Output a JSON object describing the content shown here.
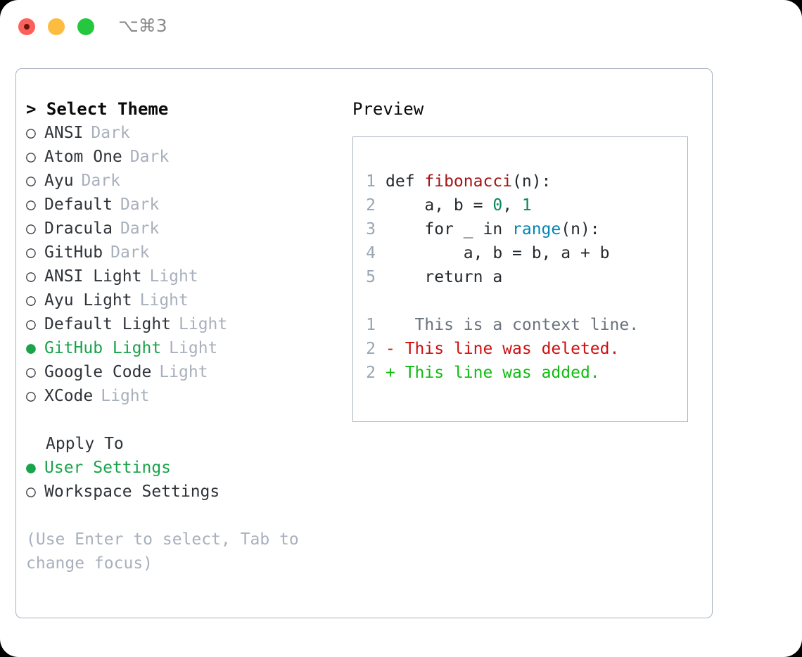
{
  "titlebar": {
    "shortcut": "⌥⌘3",
    "lights": [
      "close-red",
      "minimize-yellow",
      "zoom-green"
    ]
  },
  "left": {
    "header": "> Select Theme",
    "bullet_unselected": "○",
    "bullet_selected": "●",
    "themes": [
      {
        "name": "ANSI",
        "kind": "Dark",
        "selected": false
      },
      {
        "name": "Atom One",
        "kind": "Dark",
        "selected": false
      },
      {
        "name": "Ayu",
        "kind": "Dark",
        "selected": false
      },
      {
        "name": "Default",
        "kind": "Dark",
        "selected": false
      },
      {
        "name": "Dracula",
        "kind": "Dark",
        "selected": false
      },
      {
        "name": "GitHub",
        "kind": "Dark",
        "selected": false
      },
      {
        "name": "ANSI Light",
        "kind": "Light",
        "selected": false
      },
      {
        "name": "Ayu Light",
        "kind": "Light",
        "selected": false
      },
      {
        "name": "Default Light",
        "kind": "Light",
        "selected": false
      },
      {
        "name": "GitHub Light",
        "kind": "Light",
        "selected": true
      },
      {
        "name": "Google Code",
        "kind": "Light",
        "selected": false
      },
      {
        "name": "XCode",
        "kind": "Light",
        "selected": false
      }
    ],
    "apply_to": {
      "title": "Apply To",
      "options": [
        {
          "label": "User Settings",
          "selected": true
        },
        {
          "label": "Workspace Settings",
          "selected": false
        }
      ]
    },
    "hint": "(Use Enter to select, Tab to change focus)"
  },
  "right": {
    "title": "Preview",
    "code": [
      {
        "lineno": "1",
        "segments": [
          {
            "text": "def ",
            "tok": "plain"
          },
          {
            "text": "fibonacci",
            "tok": "fn"
          },
          {
            "text": "(n):",
            "tok": "plain"
          }
        ]
      },
      {
        "lineno": "2",
        "segments": [
          {
            "text": "    a, b = ",
            "tok": "plain"
          },
          {
            "text": "0",
            "tok": "num"
          },
          {
            "text": ", ",
            "tok": "plain"
          },
          {
            "text": "1",
            "tok": "num"
          }
        ]
      },
      {
        "lineno": "3",
        "segments": [
          {
            "text": "    for _ in ",
            "tok": "plain"
          },
          {
            "text": "range",
            "tok": "call"
          },
          {
            "text": "(n):",
            "tok": "plain"
          }
        ]
      },
      {
        "lineno": "4",
        "segments": [
          {
            "text": "        a, b = b, a + b",
            "tok": "plain"
          }
        ]
      },
      {
        "lineno": "5",
        "segments": [
          {
            "text": "    return a",
            "tok": "plain"
          }
        ]
      }
    ],
    "diff": [
      {
        "lineno": "1",
        "marker": " ",
        "text": "  This is a context line.",
        "kind": "ctx"
      },
      {
        "lineno": "2",
        "marker": "-",
        "text": " This line was deleted.",
        "kind": "del"
      },
      {
        "lineno": "2",
        "marker": "+",
        "text": " This line was added.",
        "kind": "add"
      }
    ]
  },
  "colors": {
    "accent_green": "#1aa34a",
    "border": "#a9b2c0",
    "muted": "#a8b0bd",
    "lineno": "#9aa5b1",
    "fn_red": "#a31515",
    "num_teal": "#098658",
    "call_blue": "#0086b3",
    "diff_del": "#cc1111",
    "diff_add": "#11bb11",
    "diff_ctx": "#6a737d"
  }
}
